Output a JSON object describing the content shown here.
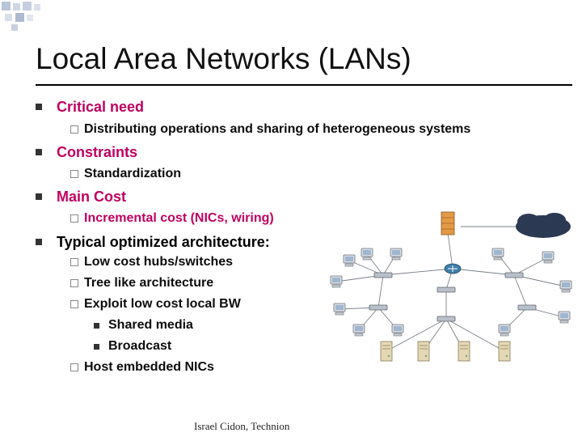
{
  "slide": {
    "title": "Local Area Networks (LANs)",
    "bullets": [
      {
        "text": "Critical need",
        "sub": [
          {
            "text": "Distributing operations and sharing of heterogeneous systems"
          }
        ]
      },
      {
        "text": "Constraints",
        "sub": [
          {
            "text": "Standardization"
          }
        ]
      },
      {
        "text": "Main Cost",
        "sub": [
          {
            "text": "Incremental cost (NICs, wiring)"
          }
        ]
      },
      {
        "text": "Typical optimized architecture:",
        "sub": [
          {
            "text": "Low cost hubs/switches"
          },
          {
            "text": "Tree like architecture"
          },
          {
            "text": "Exploit low cost local BW",
            "sub": [
              {
                "text": "Shared media"
              },
              {
                "text": "Broadcast"
              }
            ]
          },
          {
            "text": "Host embedded NICs"
          }
        ]
      }
    ],
    "footer": "Israel Cidon, Technion"
  },
  "colors": {
    "accent": "#c00060",
    "text": "#0c0c0c",
    "rule": "#000000"
  },
  "icons": {
    "level1_bullet": "filled-square",
    "level2_bullet": "hollow-square",
    "decoration": "grid-squares",
    "diagram": "network-diagram",
    "firewall": "firewall-icon",
    "cloud": "internet-cloud-icon",
    "router": "router-icon",
    "switch": "switch-icon",
    "computer": "computer-icon",
    "server": "server-icon"
  }
}
